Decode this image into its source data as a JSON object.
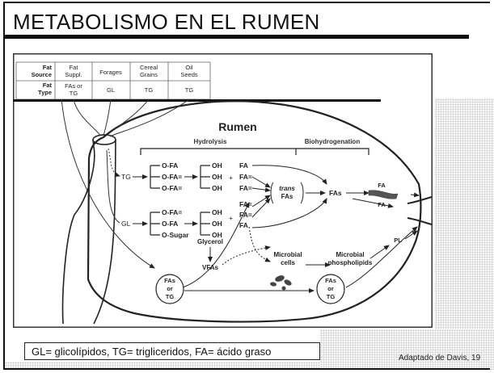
{
  "slide": {
    "title": "METABOLISMO EN EL RUMEN",
    "caption": "GL= glicolípidos, TG= trigliceridos, FA= ácido graso",
    "credit": "Adaptado de Davis, 19"
  },
  "figure": {
    "table": {
      "row_headers": [
        [
          "Fat",
          "Source"
        ],
        [
          "Fat",
          "Type"
        ]
      ],
      "columns": [
        {
          "source": [
            "Fat",
            "Suppl."
          ],
          "type": [
            "FAs or",
            "TG"
          ]
        },
        {
          "source": [
            "Forages"
          ],
          "type": [
            "GL"
          ]
        },
        {
          "source": [
            "Cereal",
            "Grains"
          ],
          "type": [
            "TG"
          ]
        },
        {
          "source": [
            "Oil",
            "Seeds"
          ],
          "type": [
            "TG"
          ]
        }
      ]
    },
    "rumen_label": "Rumen",
    "hydrolysis_label": "Hydrolysis",
    "biohydrogenation_label": "Biohydrogenation",
    "tg_label": "TG",
    "gl_label": "GL",
    "tg_products": [
      "O-FA",
      "O-FA=",
      "O-FA="
    ],
    "gl_products": [
      "O-FA=",
      "O-FA",
      "O-Sugar"
    ],
    "oh_label": "OH",
    "plus": "+",
    "tg_fas": [
      "FA",
      "FA=",
      "FA="
    ],
    "gl_fas": [
      "FA=",
      "FA=",
      "FA"
    ],
    "trans_label": [
      "trans",
      "FAs"
    ],
    "fas_label": "FAs",
    "fa_label": "FA",
    "pl_label": "PL",
    "glycerol_label": "Glycerol",
    "vfas_label": "VFAs",
    "microbial_cells_label": [
      "Microbial",
      "cells"
    ],
    "microbial_pl_label": [
      "Microbial",
      "phospholipids"
    ],
    "fas_or_tg": [
      "FAs",
      "or",
      "TG"
    ]
  }
}
